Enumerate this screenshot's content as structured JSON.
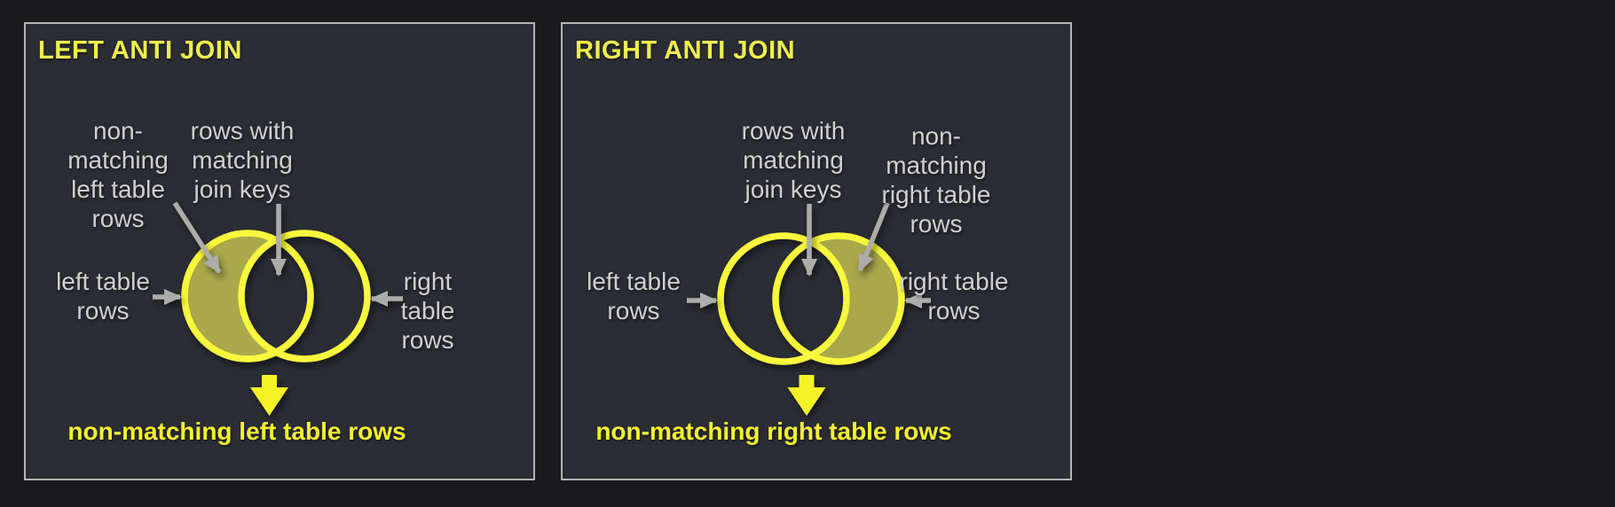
{
  "colors": {
    "page_bg": "#1a1a1c",
    "panel_bg": "#2b2d34",
    "panel_border": "#b4b4b4",
    "title_yellow": "#eef04e",
    "venn_stroke": "#f8f83c",
    "venn_fill": "#a9a84b",
    "result_yellow": "#f4f22f",
    "arrow_gray": "#acacaa",
    "label_gray": "#d0d0d0",
    "block_arrow_yellow": "#f6f428"
  },
  "panels": [
    {
      "title": "LEFT ANTI JOIN",
      "highlighted_region": "left-circle-exclusive",
      "labels": {
        "non_matching": "non-\nmatching\nleft table\nrows",
        "matching": "rows with\nmatching\njoin keys",
        "left_table": "left table\nrows",
        "right_table": "right table\nrows"
      },
      "result": "non-matching left table rows"
    },
    {
      "title": "RIGHT ANTI JOIN",
      "highlighted_region": "right-circle-exclusive",
      "labels": {
        "matching": "rows with\nmatching\njoin keys",
        "non_matching": "non-\nmatching\nright table\nrows",
        "left_table": "left table\nrows",
        "right_table": "right table\nrows"
      },
      "result": "non-matching right table rows"
    }
  ]
}
